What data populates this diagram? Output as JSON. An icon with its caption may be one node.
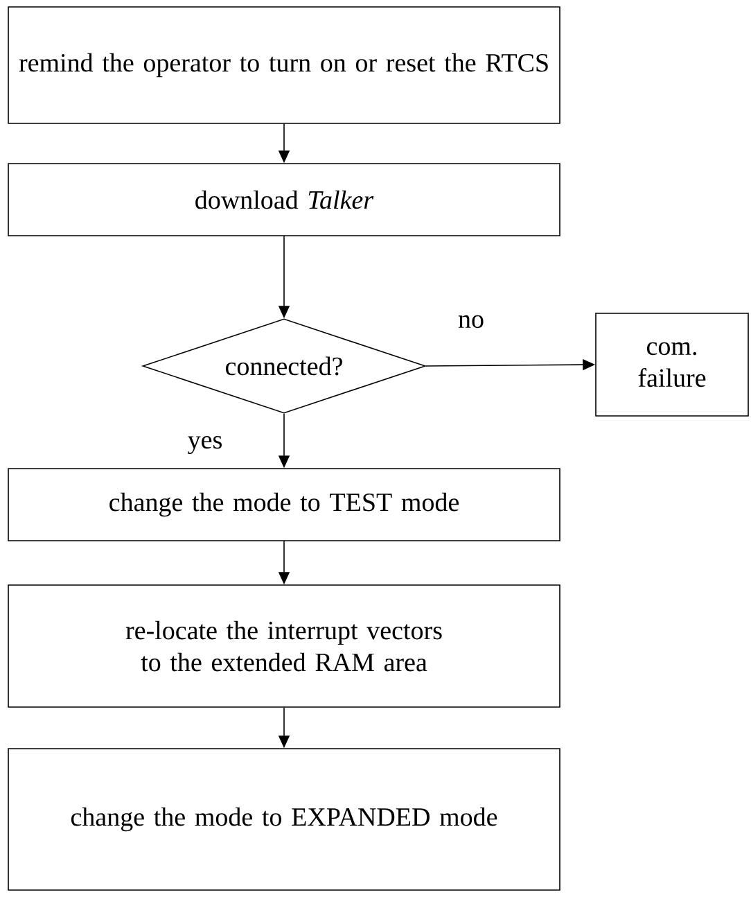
{
  "diagram": {
    "nodes": [
      {
        "text": [
          "remind the operator to turn on or reset the RTCS"
        ]
      },
      {
        "text": [
          "download *Talker*"
        ]
      },
      {
        "text": [
          "connected?"
        ]
      },
      {
        "text": [
          "com. failure"
        ]
      },
      {
        "text": [
          "change the mode to TEST mode"
        ]
      },
      {
        "text": [
          "re-locate the interrupt vectors to the extended RAM area"
        ]
      },
      {
        "text": [
          "change the mode to EXPANDED mode"
        ]
      }
    ],
    "edges": [
      {
        "from": 0,
        "to": 1,
        "arrow": "to"
      },
      {
        "from": 1,
        "to": 2,
        "arrow": "to"
      },
      {
        "from": 2,
        "to": 3,
        "arrow": "to",
        "label": "no"
      },
      {
        "from": 2,
        "to": 4,
        "arrow": "to",
        "label": "yes"
      },
      {
        "from": 4,
        "to": 5,
        "arrow": "to"
      },
      {
        "from": 5,
        "to": 6,
        "arrow": "to"
      }
    ]
  }
}
